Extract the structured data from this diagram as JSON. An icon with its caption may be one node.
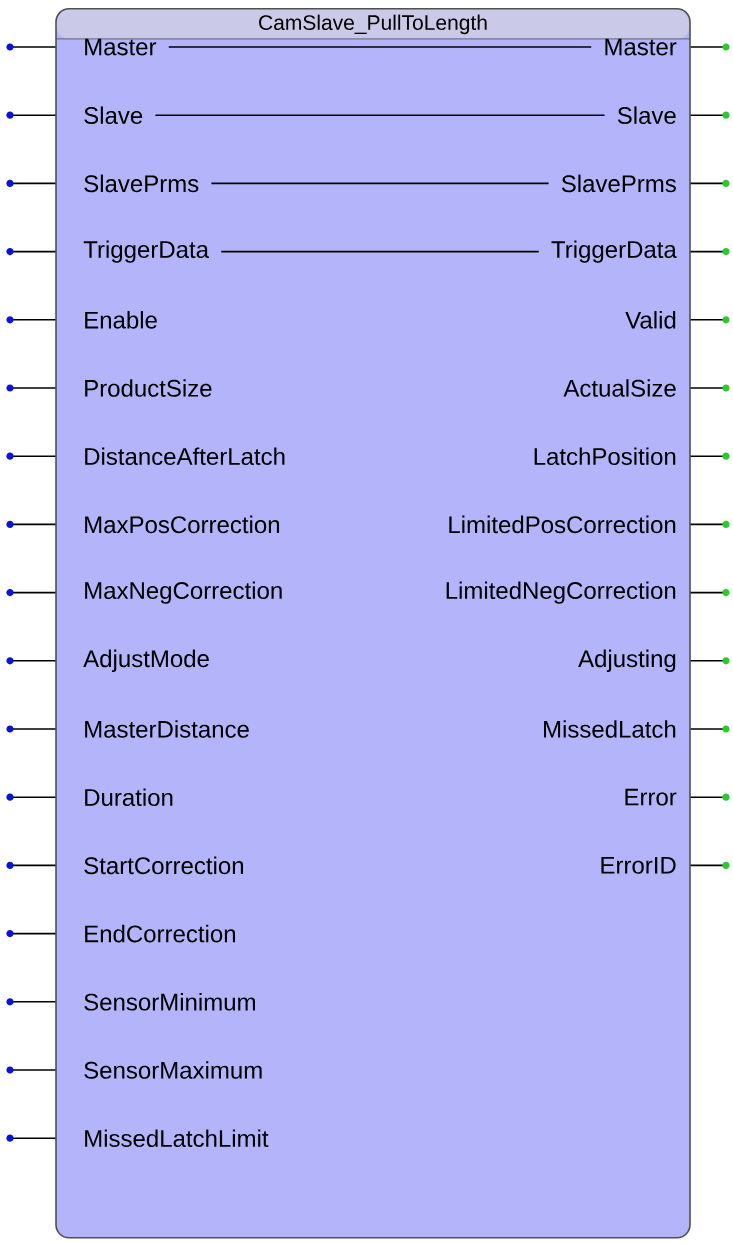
{
  "diagram": {
    "nodes": [
      {
        "text": [
          "CamSlave_PullToLength"
        ]
      },
      {
        "text": [
          "Master"
        ],
        "in": 0
      },
      {
        "text": [
          "Master"
        ],
        "in": 0
      },
      {
        "text": [
          "Slave"
        ],
        "in": 0
      },
      {
        "text": [
          "Slave"
        ],
        "in": 0
      },
      {
        "text": [
          "SlavePrms"
        ],
        "in": 0
      },
      {
        "text": [
          "SlavePrms"
        ],
        "in": 0
      },
      {
        "text": [
          "TriggerData"
        ],
        "in": 0
      },
      {
        "text": [
          "TriggerData"
        ],
        "in": 0
      },
      {
        "text": [
          "Enable"
        ],
        "in": 0
      },
      {
        "text": [
          "Valid"
        ],
        "in": 0
      },
      {
        "text": [
          "ProductSize"
        ],
        "in": 0
      },
      {
        "text": [
          "ActualSize"
        ],
        "in": 0
      },
      {
        "text": [
          "DistanceAfterLatch"
        ],
        "in": 0
      },
      {
        "text": [
          "LatchPosition"
        ],
        "in": 0
      },
      {
        "text": [
          "MaxPosCorrection"
        ],
        "in": 0
      },
      {
        "text": [
          "LimitedPosCorrection"
        ],
        "in": 0
      },
      {
        "text": [
          "MaxNegCorrection"
        ],
        "in": 0
      },
      {
        "text": [
          "LimitedNegCorrection"
        ],
        "in": 0
      },
      {
        "text": [
          "AdjustMode"
        ],
        "in": 0
      },
      {
        "text": [
          "Adjusting"
        ],
        "in": 0
      },
      {
        "text": [
          "MasterDistance"
        ],
        "in": 0
      },
      {
        "text": [
          "MissedLatch"
        ],
        "in": 0
      },
      {
        "text": [
          "Duration"
        ],
        "in": 0
      },
      {
        "text": [
          "Error"
        ],
        "in": 0
      },
      {
        "text": [
          "StartCorrection"
        ],
        "in": 0
      },
      {
        "text": [
          "ErrorID"
        ],
        "in": 0
      },
      {
        "text": [
          "EndCorrection"
        ],
        "in": 0
      },
      {
        "text": [
          "SensorMinimum"
        ],
        "in": 0
      },
      {
        "text": [
          "SensorMaximum"
        ],
        "in": 0
      },
      {
        "text": [
          "MissedLatchLimit"
        ],
        "in": 0
      }
    ],
    "edges": [
      {
        "from": 1,
        "to": 2,
        "arrow": "none"
      },
      {
        "from": 3,
        "to": 4,
        "arrow": "none"
      },
      {
        "from": 5,
        "to": 6,
        "arrow": "none"
      },
      {
        "from": 7,
        "to": 8,
        "arrow": "none"
      }
    ]
  }
}
